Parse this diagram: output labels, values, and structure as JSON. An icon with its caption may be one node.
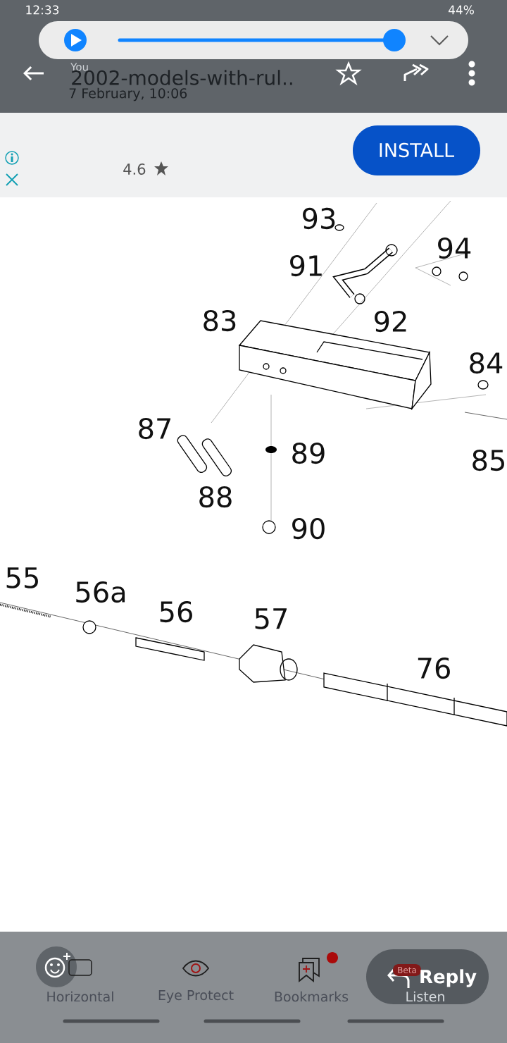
{
  "diagram": {
    "labels": [
      "12:33",
      "44%",
      "You",
      "2002-models-with-rul..",
      "7 February, 10:06",
      "4.6",
      "INSTALL",
      "93",
      "91",
      "94",
      "83",
      "92",
      "84",
      "87",
      "89",
      "85",
      "88",
      "90",
      "55",
      "56a",
      "56",
      "57",
      "76",
      "Beta",
      "Horizontal",
      "Eye Protect",
      "Bookmarks",
      "Listen",
      "Reply"
    ]
  }
}
